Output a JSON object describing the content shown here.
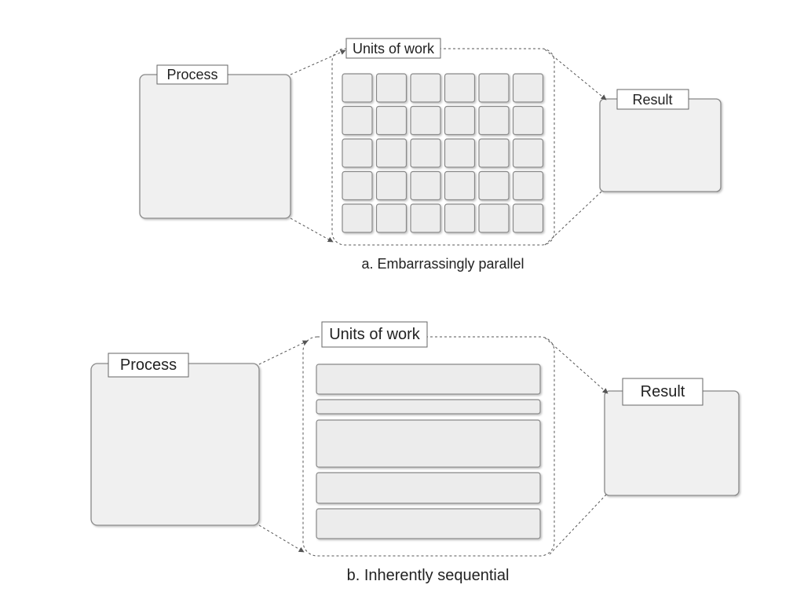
{
  "panel_a": {
    "process_label": "Process",
    "units_label": "Units of work",
    "result_label": "Result",
    "caption": "a. Embarrassingly parallel",
    "grid": {
      "rows": 5,
      "cols": 6
    }
  },
  "panel_b": {
    "process_label": "Process",
    "units_label": "Units of work",
    "result_label": "Result",
    "caption": "b. Inherently sequential",
    "bars": 5
  },
  "colors": {
    "box_fill": "#f0f0f0",
    "box_stroke": "#888888",
    "tile_fill": "#ececec",
    "dash_stroke": "#555555",
    "label_stroke": "#666666"
  }
}
